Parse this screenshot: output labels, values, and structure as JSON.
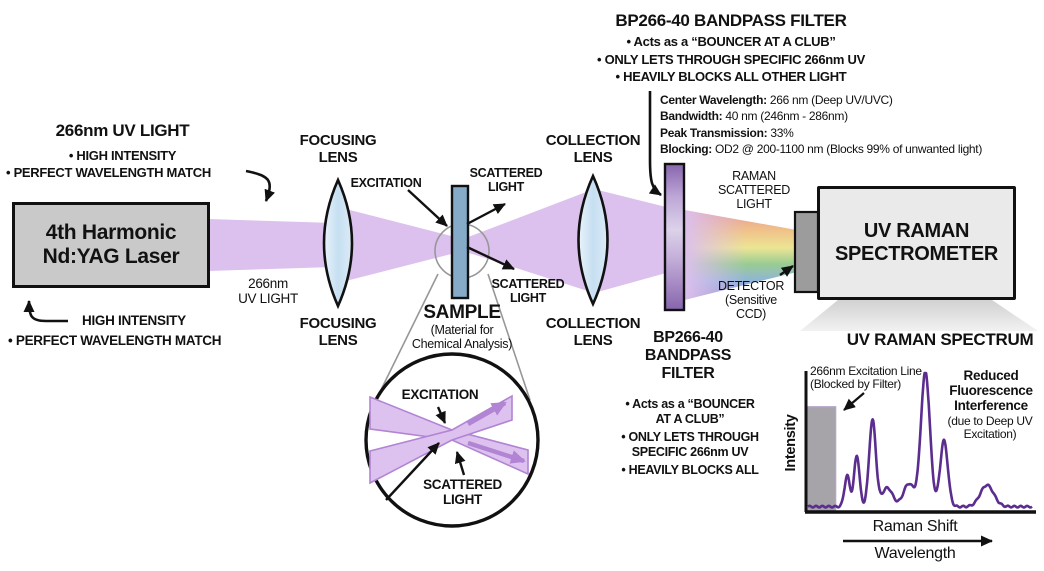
{
  "laser": {
    "title": "266nm UV LIGHT",
    "bullet_1": "• HIGH INTENSITY",
    "bullet_2": "• PERFECT WAVELENGTH MATCH",
    "box_label": "4th Harmonic\nNd:YAG Laser",
    "bottom_note": "HIGH INTENSITY",
    "bottom_bullet": "• PERFECT WAVELENGTH MATCH",
    "beam_label": "266nm\nUV LIGHT"
  },
  "lenses": {
    "focusing": "FOCUSING\nLENS",
    "collection": "COLLECTION\nLENS"
  },
  "sample": {
    "excitation": "EXCITATION",
    "scattered": "SCATTERED\nLIGHT",
    "name": "SAMPLE",
    "subtitle": "(Material for\nChemical Analysis)"
  },
  "inset": {
    "excitation": "EXCITATION",
    "scattered": "SCATTERED\nLIGHT"
  },
  "bandpass_info": {
    "title": "BP266-40 BANDPASS FILTER",
    "bullets": [
      "• Acts as a “BOUNCER AT A CLUB”",
      "• ONLY LETS THROUGH SPECIFIC 266nm UV",
      "• HEAVILY BLOCKS ALL OTHER LIGHT"
    ],
    "specs": [
      {
        "label": "Center Wavelength:",
        "value": " 266 nm (Deep UV/UVC)"
      },
      {
        "label": "Bandwidth:",
        "value": " 40 nm (246nm - 286nm)"
      },
      {
        "label": "Peak Transmission:",
        "value": " 33%"
      },
      {
        "label": "Blocking:",
        "value": " OD2 @ 200-1100 nm (Blocks 99% of unwanted light)"
      }
    ]
  },
  "filter_label": {
    "name": "BP266-40\nBANDPASS\nFILTER",
    "bullets": [
      "• Acts as a “BOUNCER\nAT A CLUB”",
      "• ONLY LETS THROUGH\nSPECIFIC 266nm UV",
      "• HEAVILY BLOCKS ALL"
    ]
  },
  "raman_label": "RAMAN\nSCATTERED\nLIGHT",
  "detector": {
    "label": "DETECTOR",
    "sub": "(Sensitive\nCCD)"
  },
  "spectrometer": {
    "label": "UV RAMAN\nSPECTROMETER"
  },
  "colors": {
    "beam": "#dcc0ed",
    "lens": "#cde3f3",
    "sample": "#85abc9",
    "laser_box": "#c9c9c9",
    "spectrometer_box": "#eaeaea"
  },
  "chart_data": {
    "type": "line",
    "title": "UV RAMAN SPECTRUM",
    "ylabel": "Intensity",
    "xlabel_top": "Raman Shift",
    "xlabel_bottom": "Wavelength",
    "annotation_blocked": "266nm Excitation Line\n(Blocked by Filter)",
    "annotation_right_bold": "Reduced\nFluorescence\nInterference",
    "annotation_right_sub": "(due to Deep UV\nExcitation)",
    "line_color": "#5b2d8e",
    "blocked_fill": "#a6a3a9",
    "blocked_region_fraction": 0.13,
    "blocked_height_fraction": 0.75,
    "x_range_normalized": [
      0,
      1
    ],
    "y_range_normalized": [
      0,
      1
    ],
    "peaks": [
      {
        "x": 0.175,
        "h": 0.23,
        "sigma": 0.012
      },
      {
        "x": 0.218,
        "h": 0.38,
        "sigma": 0.012
      },
      {
        "x": 0.288,
        "h": 0.64,
        "sigma": 0.015
      },
      {
        "x": 0.354,
        "h": 0.14,
        "sigma": 0.024
      },
      {
        "x": 0.45,
        "h": 0.17,
        "sigma": 0.024
      },
      {
        "x": 0.524,
        "h": 1.0,
        "sigma": 0.02
      },
      {
        "x": 0.607,
        "h": 0.49,
        "sigma": 0.017
      },
      {
        "x": 0.799,
        "h": 0.16,
        "sigma": 0.03
      }
    ]
  }
}
